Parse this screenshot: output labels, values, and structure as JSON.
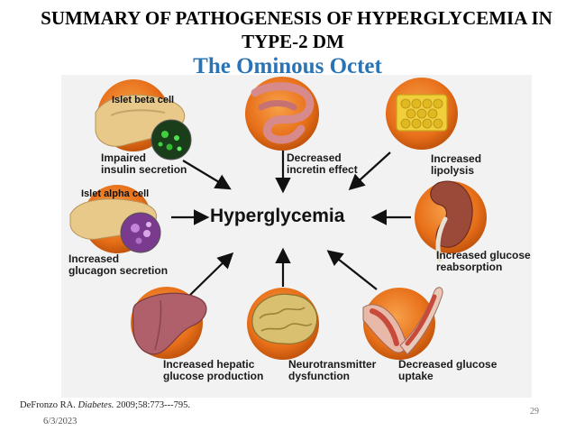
{
  "title": {
    "line1": "SUMMARY OF PATHOGENESIS OF HYPERGLYCEMIA IN",
    "line2": "TYPE-2 DM",
    "subtitle": "The Ominous Octet"
  },
  "diagram": {
    "center": "Hyperglycemia",
    "tags": {
      "beta": "Islet beta cell",
      "alpha": "Islet alpha cell"
    },
    "nodes": [
      {
        "id": "beta",
        "label": "Impaired\ninsulin secretion",
        "icon": "pancreas-beta-cell-icon"
      },
      {
        "id": "incretin",
        "label": "Decreased\nincretin effect",
        "icon": "intestine-icon"
      },
      {
        "id": "lipo",
        "label": "Increased\nlipolysis",
        "icon": "adipose-tissue-icon"
      },
      {
        "id": "alpha",
        "label": "Increased\nglucagon secretion",
        "icon": "pancreas-alpha-cell-icon"
      },
      {
        "id": "kidney",
        "label": "Increased glucose\nreabsorption",
        "icon": "kidney-icon"
      },
      {
        "id": "liver",
        "label": "Increased hepatic\nglucose production",
        "icon": "liver-icon"
      },
      {
        "id": "brain",
        "label": "Neurotransmitter\ndysfunction",
        "icon": "brain-icon"
      },
      {
        "id": "muscle",
        "label": "Decreased glucose\nuptake",
        "icon": "muscle-icon"
      }
    ],
    "colors": {
      "circle": "#e8701a",
      "circle_dark": "#c2540c",
      "arrow": "#111111"
    }
  },
  "footer": {
    "citation_author": "DeFronzo RA. ",
    "citation_journal": "Diabetes.",
    "citation_rest": " 2009;58:773---795.",
    "date": "6/3/2023",
    "page_number": "29"
  }
}
